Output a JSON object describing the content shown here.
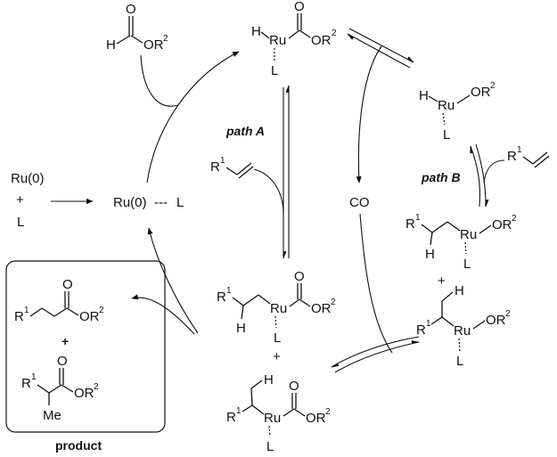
{
  "reactants": {
    "ru0": "Ru(0)",
    "plus": "+",
    "ligand": "L"
  },
  "catalyst": {
    "ru0": "Ru(0)",
    "bond": "---",
    "ligand": "L"
  },
  "formate": {
    "h": "H",
    "o": "O",
    "or": "OR",
    "r_sup": "2"
  },
  "hydrido_ester_complex": {
    "h": "H",
    "ru": "Ru",
    "o": "O",
    "or": "OR",
    "r_sup": "2",
    "l": "L"
  },
  "hydrido_alkoxide_complex": {
    "h": "H",
    "ru": "Ru",
    "or": "OR",
    "r_sup": "2",
    "l": "L"
  },
  "alkene_path_a": {
    "r": "R",
    "r_sup": "1"
  },
  "alkene_path_b": {
    "r": "R",
    "r_sup": "1"
  },
  "path_a_label": "path A",
  "path_b_label": "path B",
  "co_label": "CO",
  "linear_alkoxide": {
    "r": "R",
    "r_sup": "1",
    "h": "H",
    "ru": "Ru",
    "or": "OR",
    "or_sup": "2",
    "l": "L"
  },
  "branched_alkoxide": {
    "plus": "+",
    "h": "H",
    "r": "R",
    "r_sup": "1",
    "ru": "Ru",
    "or": "OR",
    "or_sup": "2",
    "l": "L"
  },
  "linear_acyl": {
    "r": "R",
    "r_sup": "1",
    "h": "H",
    "ru": "Ru",
    "o": "O",
    "or": "OR",
    "or_sup": "2",
    "l": "L"
  },
  "branched_acyl": {
    "plus": "+",
    "h": "H",
    "r": "R",
    "r_sup": "1",
    "ru": "Ru",
    "o": "O",
    "or": "OR",
    "or_sup": "2",
    "l": "L"
  },
  "product_box": {
    "linear": {
      "r": "R",
      "r_sup": "1",
      "o": "O",
      "or": "OR",
      "or_sup": "2"
    },
    "plus": "+",
    "branched": {
      "r": "R",
      "r_sup": "1",
      "o": "O",
      "or": "OR",
      "or_sup": "2",
      "me": "Me"
    },
    "label": "product"
  }
}
